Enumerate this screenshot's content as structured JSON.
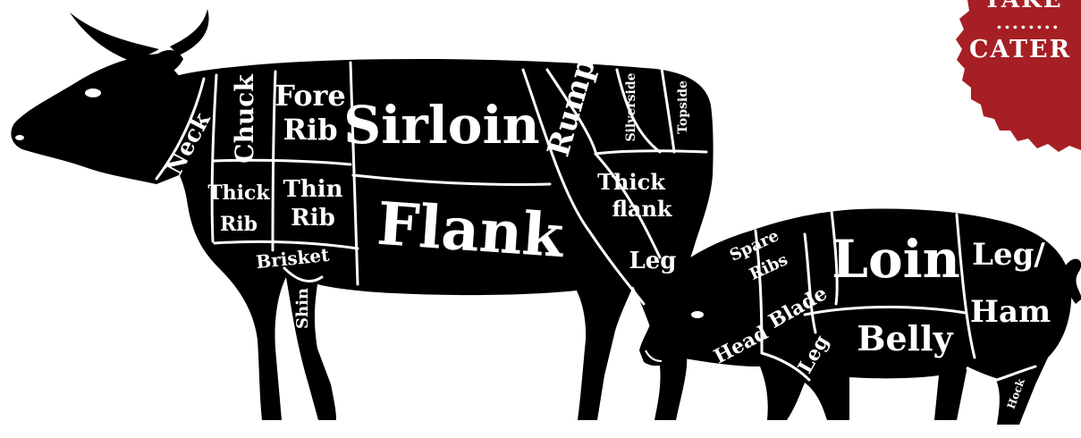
{
  "colors": {
    "silhouette": "#000000",
    "line": "#ffffff",
    "label": "#ffffff",
    "badge": "#a61f24"
  },
  "badge": {
    "line1": "TAKE",
    "dots": "........",
    "line2": "CATER"
  },
  "cow": {
    "neck": "Neck",
    "chuck": "Chuck",
    "fore_rib_1": "Fore",
    "fore_rib_2": "Rib",
    "sirloin": "Sirloin",
    "rump": "Rump",
    "silverside": "Silverside",
    "topside": "Topside",
    "thick_rib_1": "Thick",
    "thick_rib_2": "Rib",
    "thin_rib_1": "Thin",
    "thin_rib_2": "Rib",
    "flank": "Flank",
    "thick_flank_1": "Thick",
    "thick_flank_2": "flank",
    "leg": "Leg",
    "brisket": "Brisket",
    "shin": "Shin"
  },
  "pig": {
    "spare_ribs_1": "Spare",
    "spare_ribs_2": "Ribs",
    "loin": "Loin",
    "leg_ham_1": "Leg/",
    "leg_ham_2": "Ham",
    "blade": "Blade",
    "head": "Head",
    "leg": "Leg",
    "belly": "Belly",
    "hock": "Hock"
  }
}
